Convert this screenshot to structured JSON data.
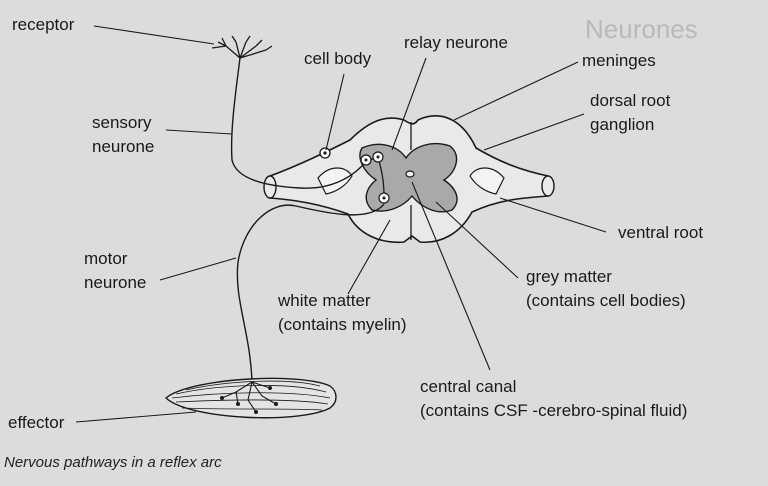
{
  "labels": {
    "receptor": "receptor",
    "cell_body": "cell body",
    "relay_neurone": "relay neurone",
    "meninges": "meninges",
    "sensory_neurone_1": "sensory",
    "sensory_neurone_2": "neurone",
    "dorsal_root_1": "dorsal root",
    "dorsal_root_2": "ganglion",
    "ventral_root": "ventral root",
    "motor_neurone_1": "motor",
    "motor_neurone_2": "neurone",
    "grey_matter_1": "grey matter",
    "grey_matter_2": "(contains cell bodies)",
    "white_matter_1": "white matter",
    "white_matter_2": "(contains myelin)",
    "central_canal_1": "central canal",
    "central_canal_2": "(contains CSF -cerebro-spinal fluid)",
    "effector": "effector"
  },
  "caption": "Nervous pathways in a reflex arc",
  "background_text": {
    "heading": "Neurones"
  },
  "colors": {
    "page": "#dcdcdc",
    "white_matter": "#e9e9e9",
    "grey_matter": "#a9a9a9",
    "ink": "#1a1a1a"
  }
}
